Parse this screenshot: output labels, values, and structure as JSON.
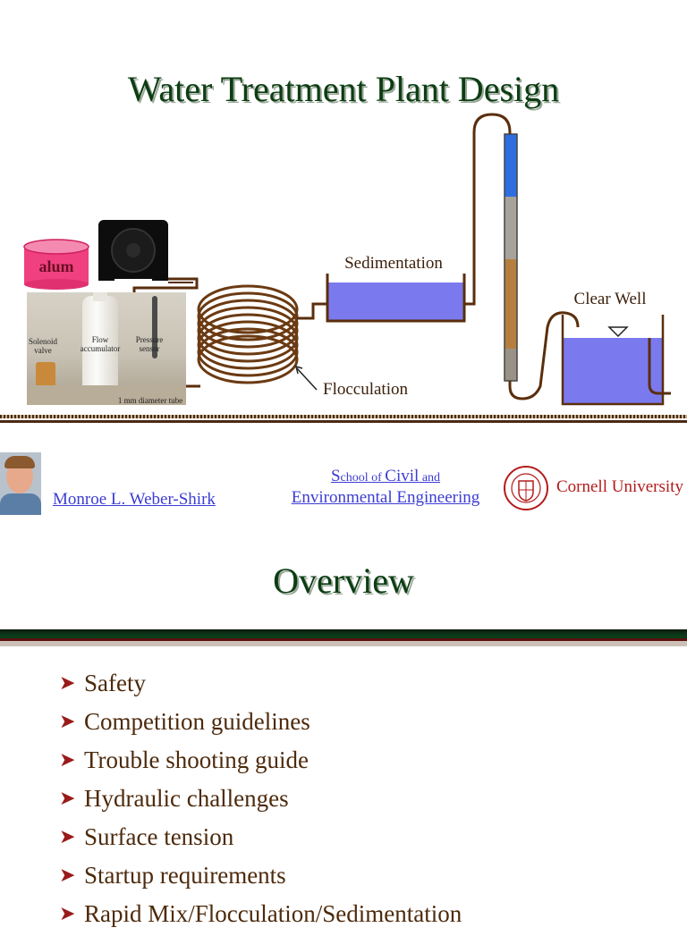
{
  "slide1": {
    "title": "Water Treatment Plant Design",
    "diagram": {
      "alum_label": "alum",
      "sedimentation_label": "Sedimentation",
      "flocculation_label": "Flocculation",
      "clear_well_label": "Clear Well",
      "photo_labels": {
        "solenoid_valve": "Solenoid valve",
        "flow_accumulator": "Flow accumulator",
        "pressure_sensor": "Pressure sensor",
        "tube": "1 mm diameter tube"
      }
    },
    "author": "Monroe L. Weber-Shirk",
    "department": {
      "line1_s": "S",
      "line1_chool_of": "chool of ",
      "line1_civil": "Civil",
      "line1_and": " and",
      "line2": "Environmental Engineering"
    },
    "university": "Cornell University"
  },
  "slide2": {
    "title": "Overview",
    "bullet_marker": "➤",
    "bullets": [
      "Safety",
      "Competition guidelines",
      "Trouble shooting guide",
      "Hydraulic challenges",
      "Surface tension",
      "Startup requirements",
      "Rapid Mix/Flocculation/Sedimentation"
    ]
  },
  "colors": {
    "title_green": "#0c3d12",
    "pipe_brown": "#5a2e0c",
    "water_blue": "#7b79ee",
    "link_blue": "#3c3cd4",
    "cornell_red": "#b31b1b",
    "bullet_red": "#9a1a1a",
    "body_text": "#4d2a0c"
  }
}
